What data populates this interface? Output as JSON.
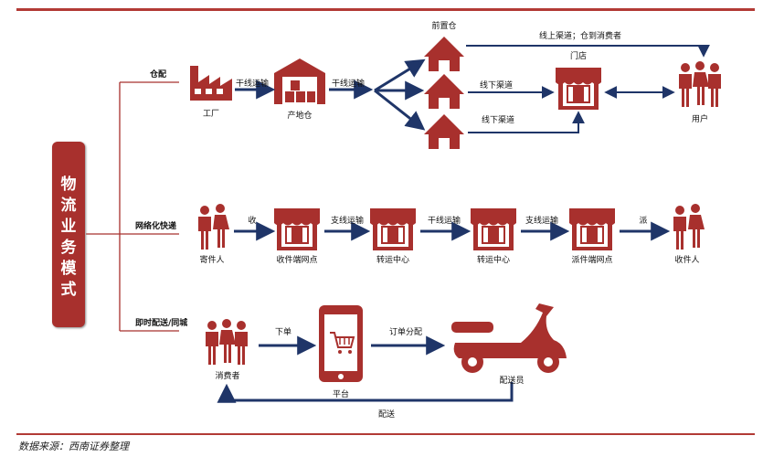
{
  "mode_title": "物流业务模式",
  "categories": {
    "warehouse": "仓配",
    "network": "网络化快递",
    "instant": "即时配送/同城"
  },
  "warehouse": {
    "factory": "工厂",
    "origin_wh": "产地仓",
    "front_wh": "前置仓",
    "store": "门店",
    "user": "用户",
    "trunk1": "干线运输",
    "trunk2": "干线运输",
    "online": "线上渠道；仓到消费者",
    "offline1": "线下渠道",
    "offline2": "线下渠道"
  },
  "network": {
    "sender": "寄件人",
    "collect_point": "收件端网点",
    "transfer1": "转运中心",
    "transfer2": "转运中心",
    "dispatch_point": "派件端网点",
    "receiver": "收件人",
    "collect": "收",
    "branch1": "支线运输",
    "trunk": "干线运输",
    "branch2": "支线运输",
    "deliver": "派"
  },
  "instant": {
    "consumer": "消费者",
    "platform": "平台",
    "courier": "配送员",
    "order": "下单",
    "dispatch": "订单分配",
    "delivery": "配送"
  },
  "source": "数据来源：西南证券整理",
  "colors": {
    "brand_red": "#a8302d",
    "arrow_navy": "#1f3568"
  }
}
